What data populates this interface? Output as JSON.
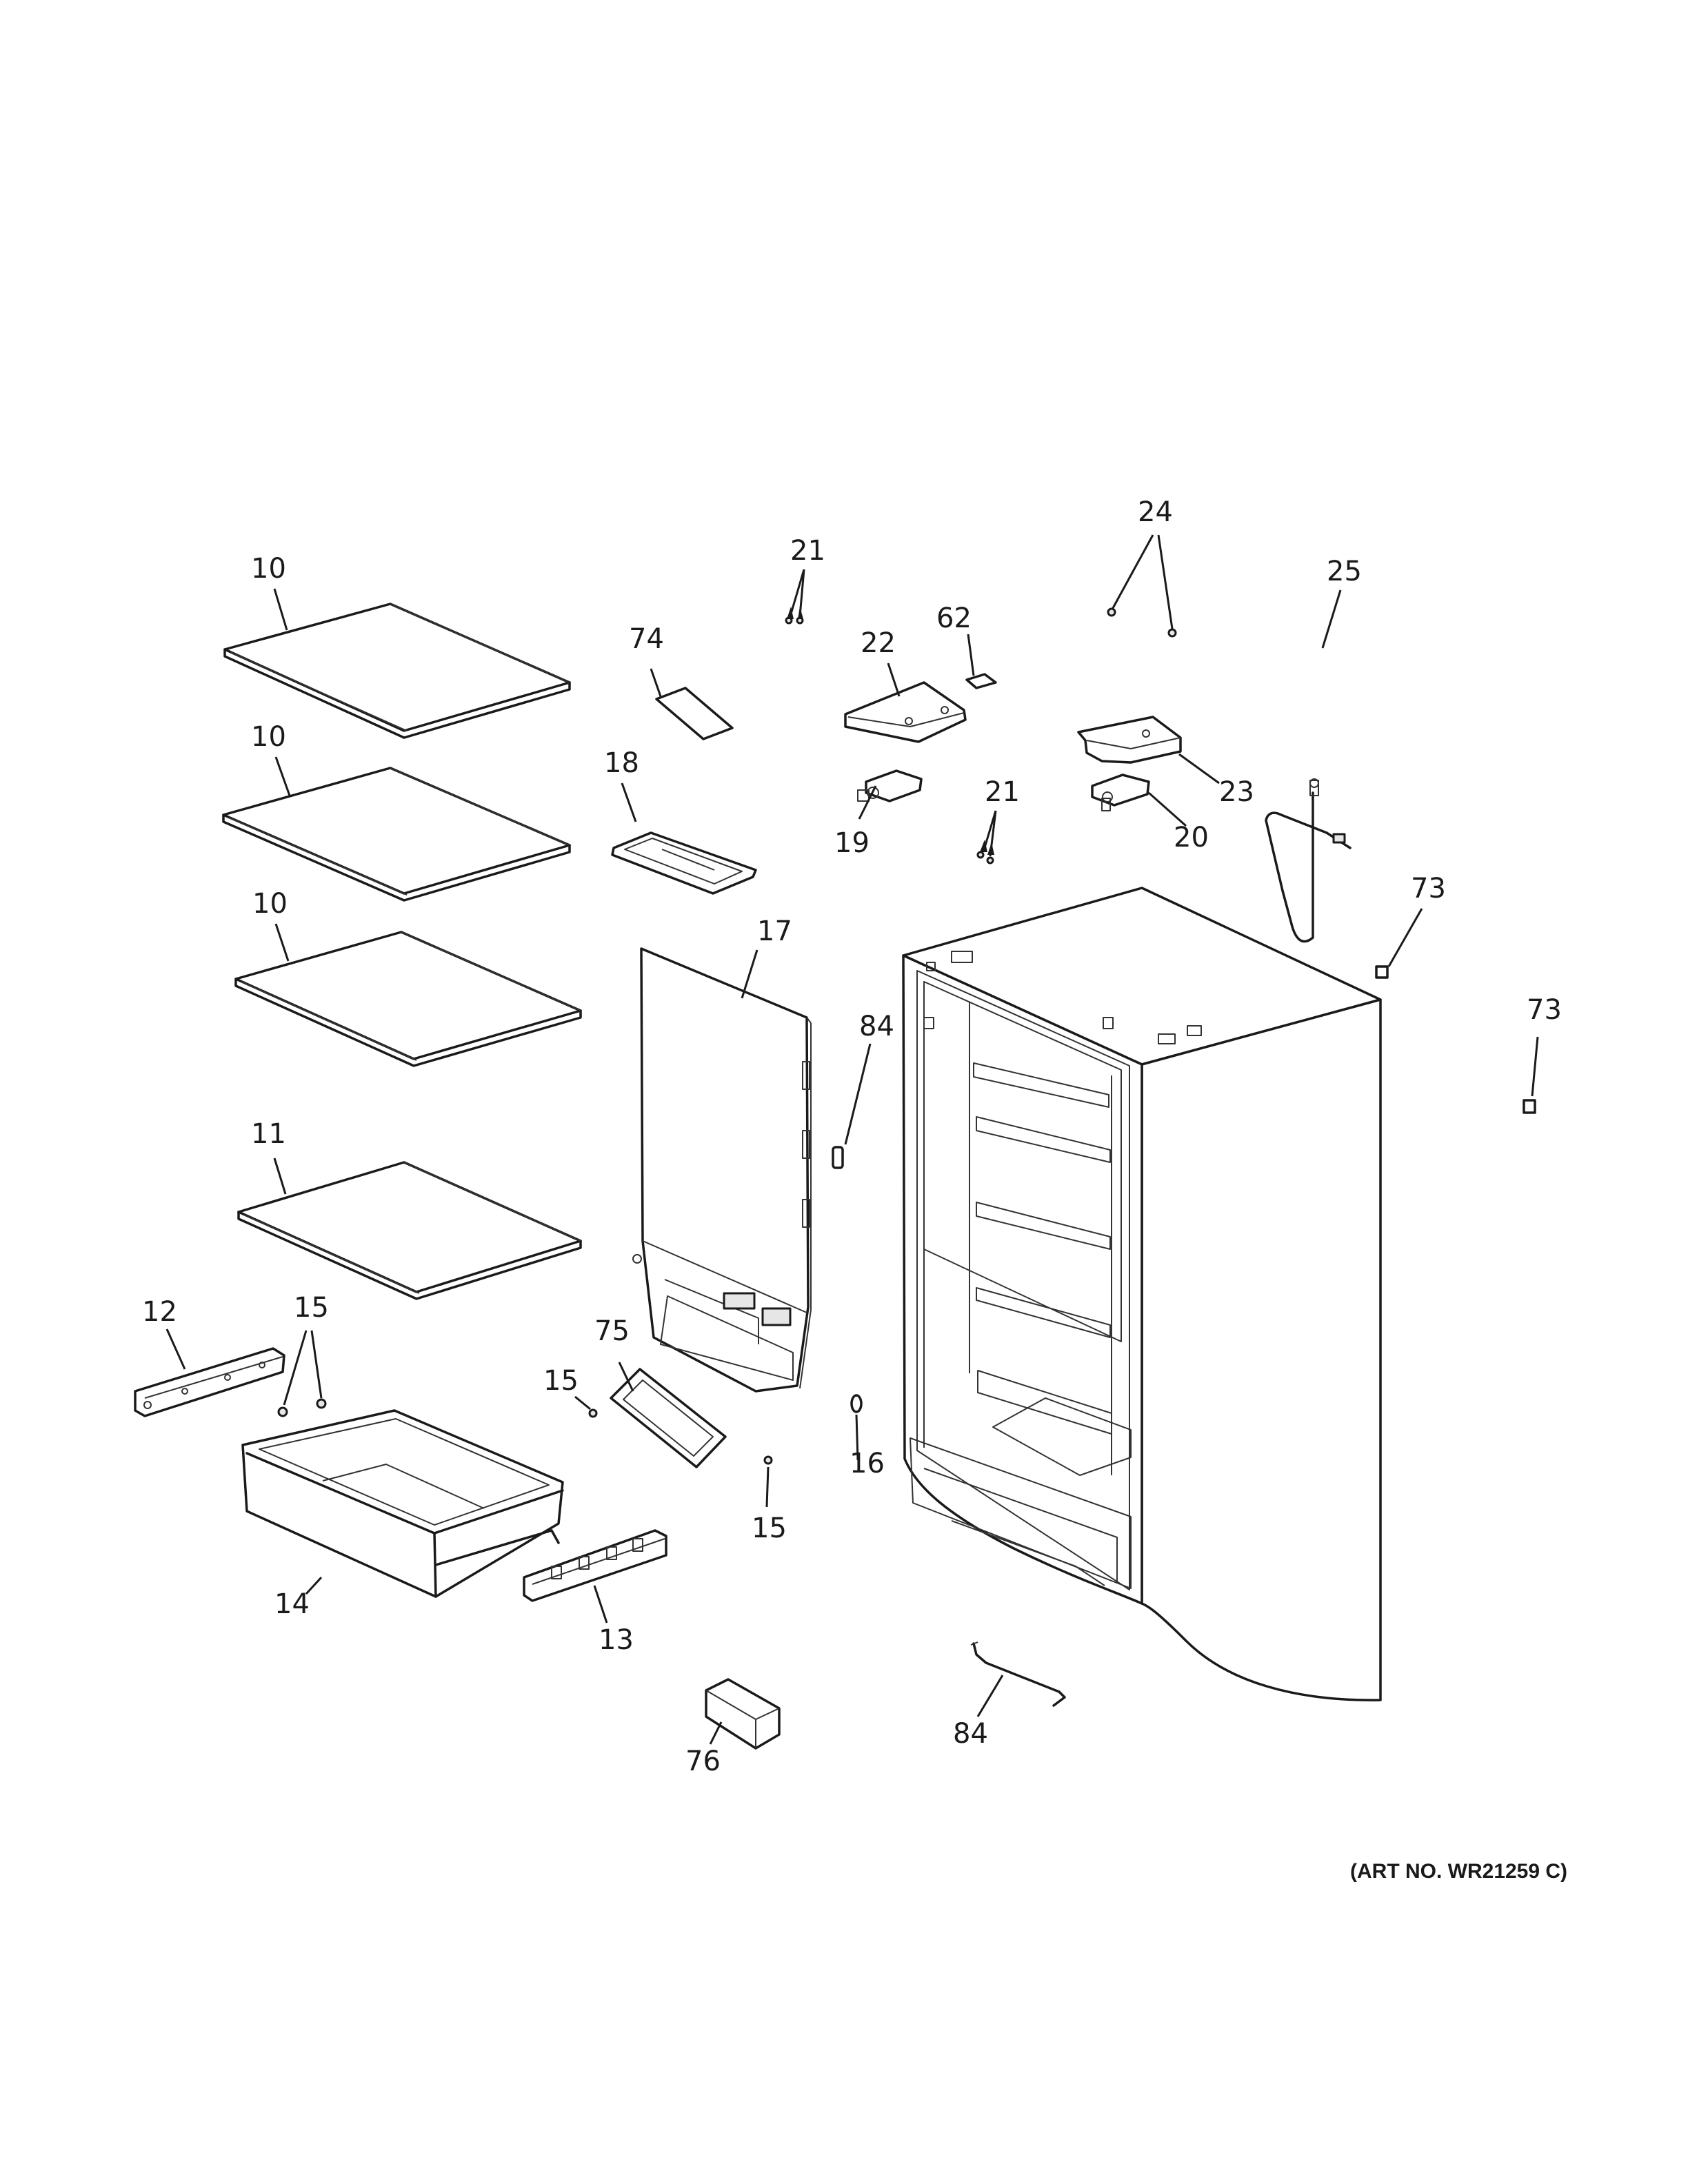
{
  "art_number": "(ART NO. WR21259 C)",
  "callouts": {
    "c10a": "10",
    "c10b": "10",
    "c10c": "10",
    "c11": "11",
    "c12": "12",
    "c13": "13",
    "c14": "14",
    "c15a": "15",
    "c15b": "15",
    "c15c": "15",
    "c16": "16",
    "c17": "17",
    "c18": "18",
    "c19": "19",
    "c20": "20",
    "c21a": "21",
    "c21b": "21",
    "c22": "22",
    "c23": "23",
    "c24": "24",
    "c25": "25",
    "c62": "62",
    "c73a": "73",
    "c73b": "73",
    "c74": "74",
    "c75": "75",
    "c76": "76",
    "c84a": "84",
    "c84b": "84"
  }
}
